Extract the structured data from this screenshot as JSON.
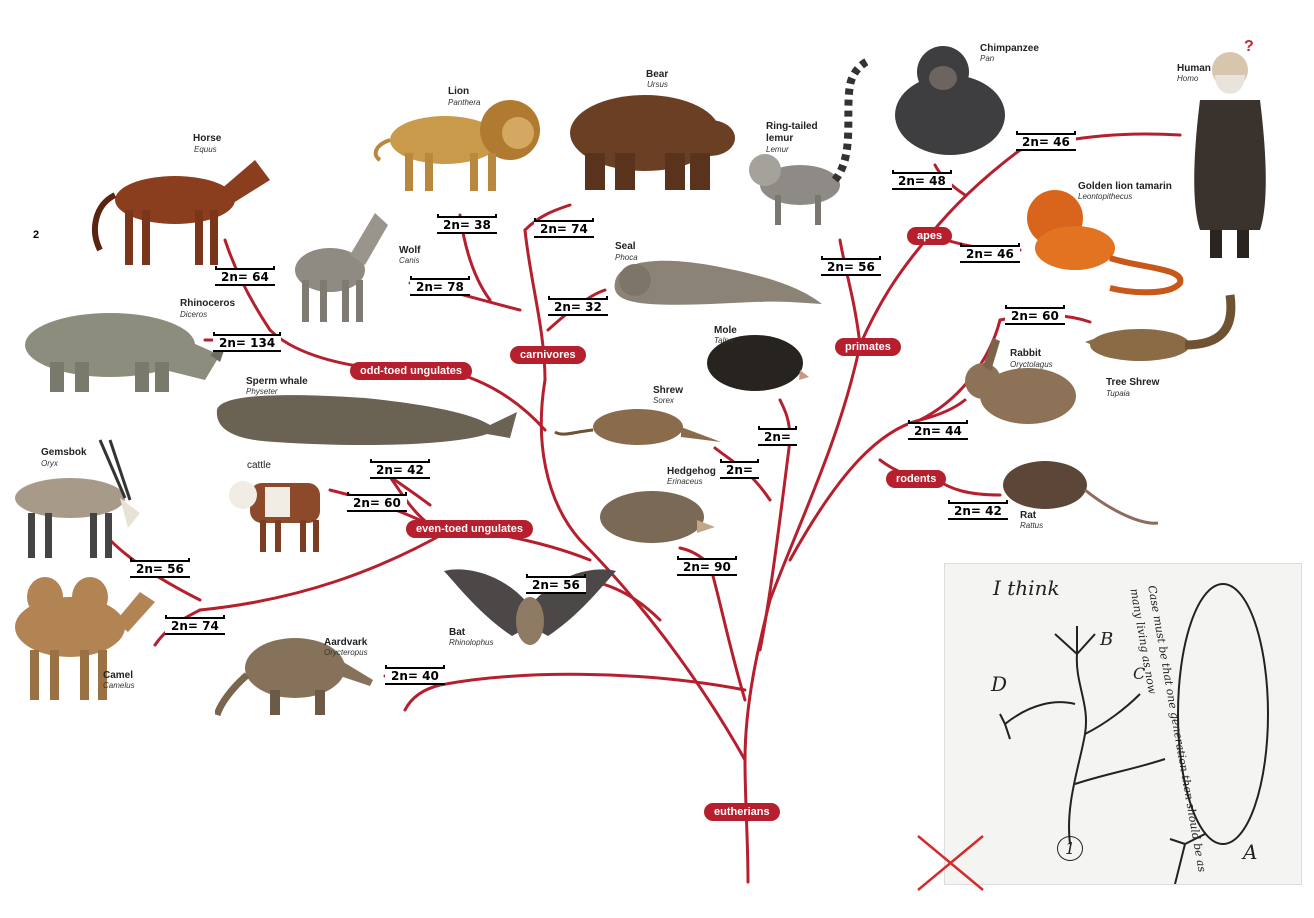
{
  "tree": {
    "root_label": "eutherians",
    "branch_color": "#b51f2e",
    "clades": {
      "odd_toed": "odd-toed ungulates",
      "carnivores": "carnivores",
      "primates": "primates",
      "apes": "apes",
      "rodents": "rodents",
      "even_toed": "even-toed ungulates"
    }
  },
  "stray_text": {
    "number_2": "2"
  },
  "animals": {
    "horse": {
      "name": "Horse",
      "genus": "Equus",
      "chromosomes": "2n= 64"
    },
    "rhinoceros": {
      "name": "Rhinoceros",
      "genus": "Diceros",
      "chromosomes": "2n= 134"
    },
    "lion": {
      "name": "Lion",
      "genus": "Panthera",
      "chromosomes": "2n= 38"
    },
    "wolf": {
      "name": "Wolf",
      "genus": "Canis",
      "chromosomes": "2n= 78"
    },
    "bear": {
      "name": "Bear",
      "genus": "Ursus",
      "chromosomes": "2n= 74"
    },
    "seal": {
      "name": "Seal",
      "genus": "Phoca",
      "chromosomes": "2n= 32"
    },
    "lemur": {
      "name_line1": "Ring-tailed",
      "name_line2": "lemur",
      "genus": "Lemur",
      "chromosomes": "2n= 56"
    },
    "chimpanzee": {
      "name": "Chimpanzee",
      "genus": "Pan",
      "chromosomes": "2n= 48"
    },
    "human": {
      "name": "Human",
      "genus": "Homo",
      "chromosomes": "2n= 46",
      "mark": "?"
    },
    "tamarin": {
      "name": "Golden lion tamarin",
      "genus": "Leontopithecus",
      "chromosomes": "2n= 46"
    },
    "tree_shrew": {
      "name": "Tree Shrew",
      "genus": "Tupaia",
      "chromosomes": "2n= 60"
    },
    "rabbit": {
      "name": "Rabbit",
      "genus": "Oryctolagus",
      "chromosomes": "2n= 44"
    },
    "rat": {
      "name": "Rat",
      "genus": "Rattus",
      "chromosomes": "2n= 42"
    },
    "mole": {
      "name": "Mole",
      "genus": "Talpa",
      "chromosomes": "2n="
    },
    "shrew": {
      "name": "Shrew",
      "genus": "Sorex",
      "chromosomes": "2n="
    },
    "hedgehog": {
      "name": "Hedgehog",
      "genus": "Erinaceus",
      "chromosomes": "2n= 90"
    },
    "sperm_whale": {
      "name": "Sperm whale",
      "genus": "Physeter",
      "chromosomes": "2n= 42"
    },
    "cattle": {
      "name": "cattle",
      "chromosomes": "2n= 60"
    },
    "gemsbok": {
      "name": "Gemsbok",
      "genus": "Oryx",
      "chromosomes": "2n= 56"
    },
    "camel": {
      "name": "Camel",
      "genus": "Camelus",
      "chromosomes": "2n= 74"
    },
    "aardvark": {
      "name": "Aardvark",
      "genus": "Orycteropus",
      "chromosomes": "2n= 40"
    },
    "bat": {
      "name": "Bat",
      "genus": "Rhinolophus",
      "chromosomes": "2n= 56"
    }
  },
  "darwin_sketch": {
    "heading": "I think",
    "letters": {
      "a": "A",
      "b": "B",
      "c": "C",
      "d": "D",
      "one": "1"
    },
    "side_note": "Case must be that one generation then should be as many living as now"
  }
}
